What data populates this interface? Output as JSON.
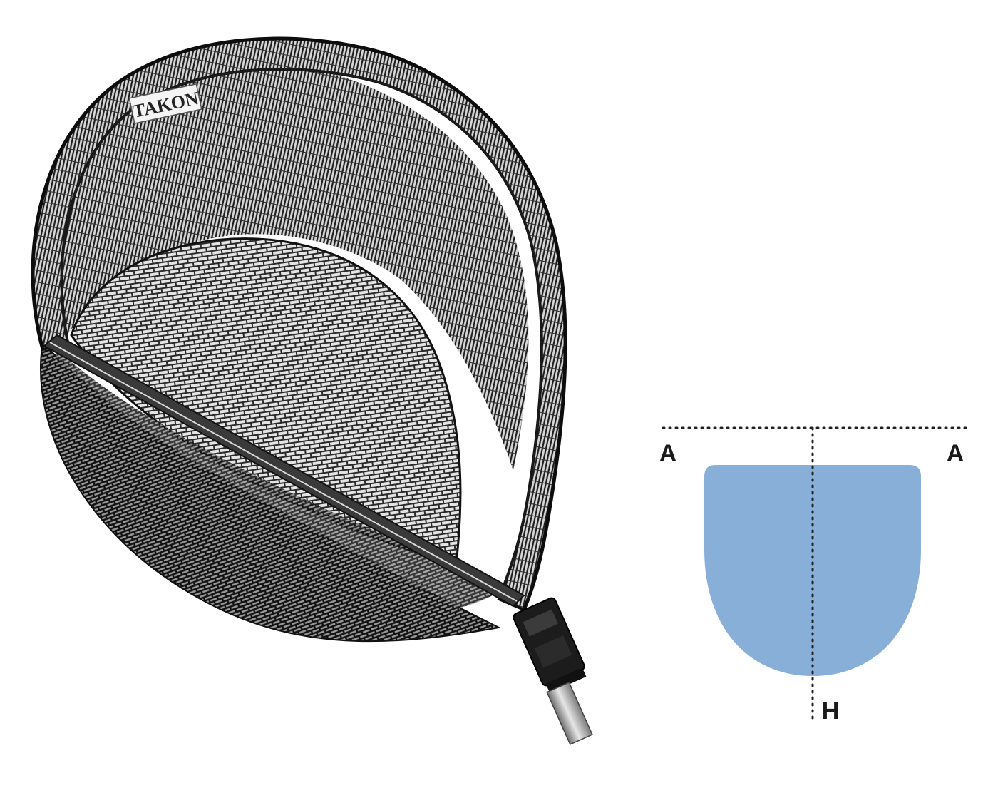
{
  "product": {
    "brand": "TAKON",
    "icon": "landing-net"
  },
  "diagram": {
    "shape_color": "#88afd8",
    "line_color": "#222222",
    "labels": {
      "left": "A",
      "right": "A",
      "bottom": "H"
    }
  }
}
